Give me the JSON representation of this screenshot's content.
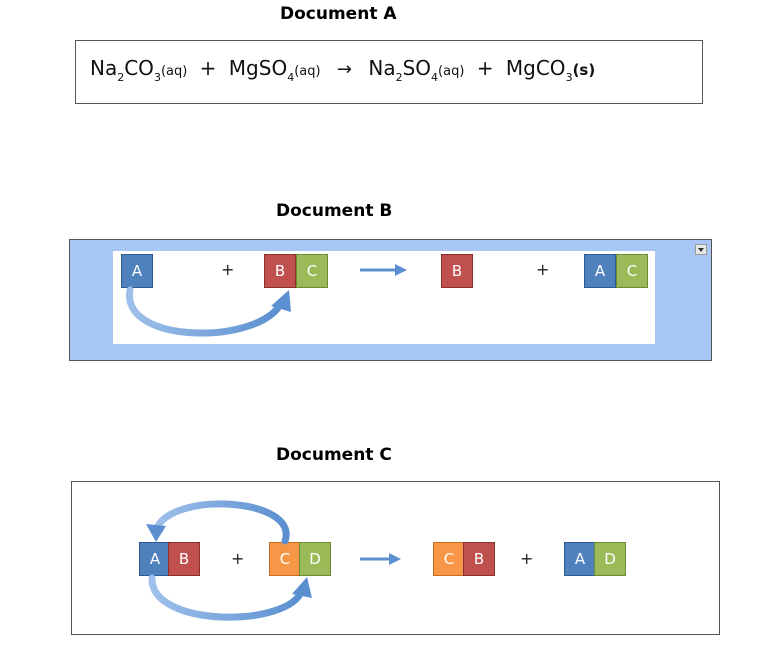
{
  "documents": {
    "a": {
      "title": "Document A",
      "equation": {
        "r1": {
          "formula": "Na",
          "s1": "2",
          "f2": "CO",
          "s2": "3",
          "state": "(aq)"
        },
        "plus": "+",
        "r2": {
          "formula": "MgSO",
          "s1": "4",
          "state": "(aq)"
        },
        "arrow": "→",
        "p1": {
          "formula": "Na",
          "s1": "2",
          "f2": "SO",
          "s2": "4",
          "state": "(aq)"
        },
        "p2": {
          "formula": "MgCO",
          "s1": "3",
          "state": "(s)"
        }
      }
    },
    "b": {
      "title": "Document B",
      "tiles": {
        "a1": "A",
        "b1": "B",
        "c1": "C",
        "b2": "B",
        "a2": "A",
        "c2": "C"
      },
      "plus": "+",
      "colors": {
        "panel_bg": "#a9c7f4"
      }
    },
    "c": {
      "title": "Document C",
      "tiles": {
        "a1": "A",
        "b1": "B",
        "c1": "C",
        "d1": "D",
        "c2": "C",
        "b2": "B",
        "a2": "A",
        "d2": "D"
      },
      "plus": "+"
    }
  },
  "colors": {
    "blue": "#4f81bd",
    "red": "#c0504d",
    "green": "#9bbb59",
    "orange": "#f79646",
    "arrow": "#5b8fd0"
  }
}
